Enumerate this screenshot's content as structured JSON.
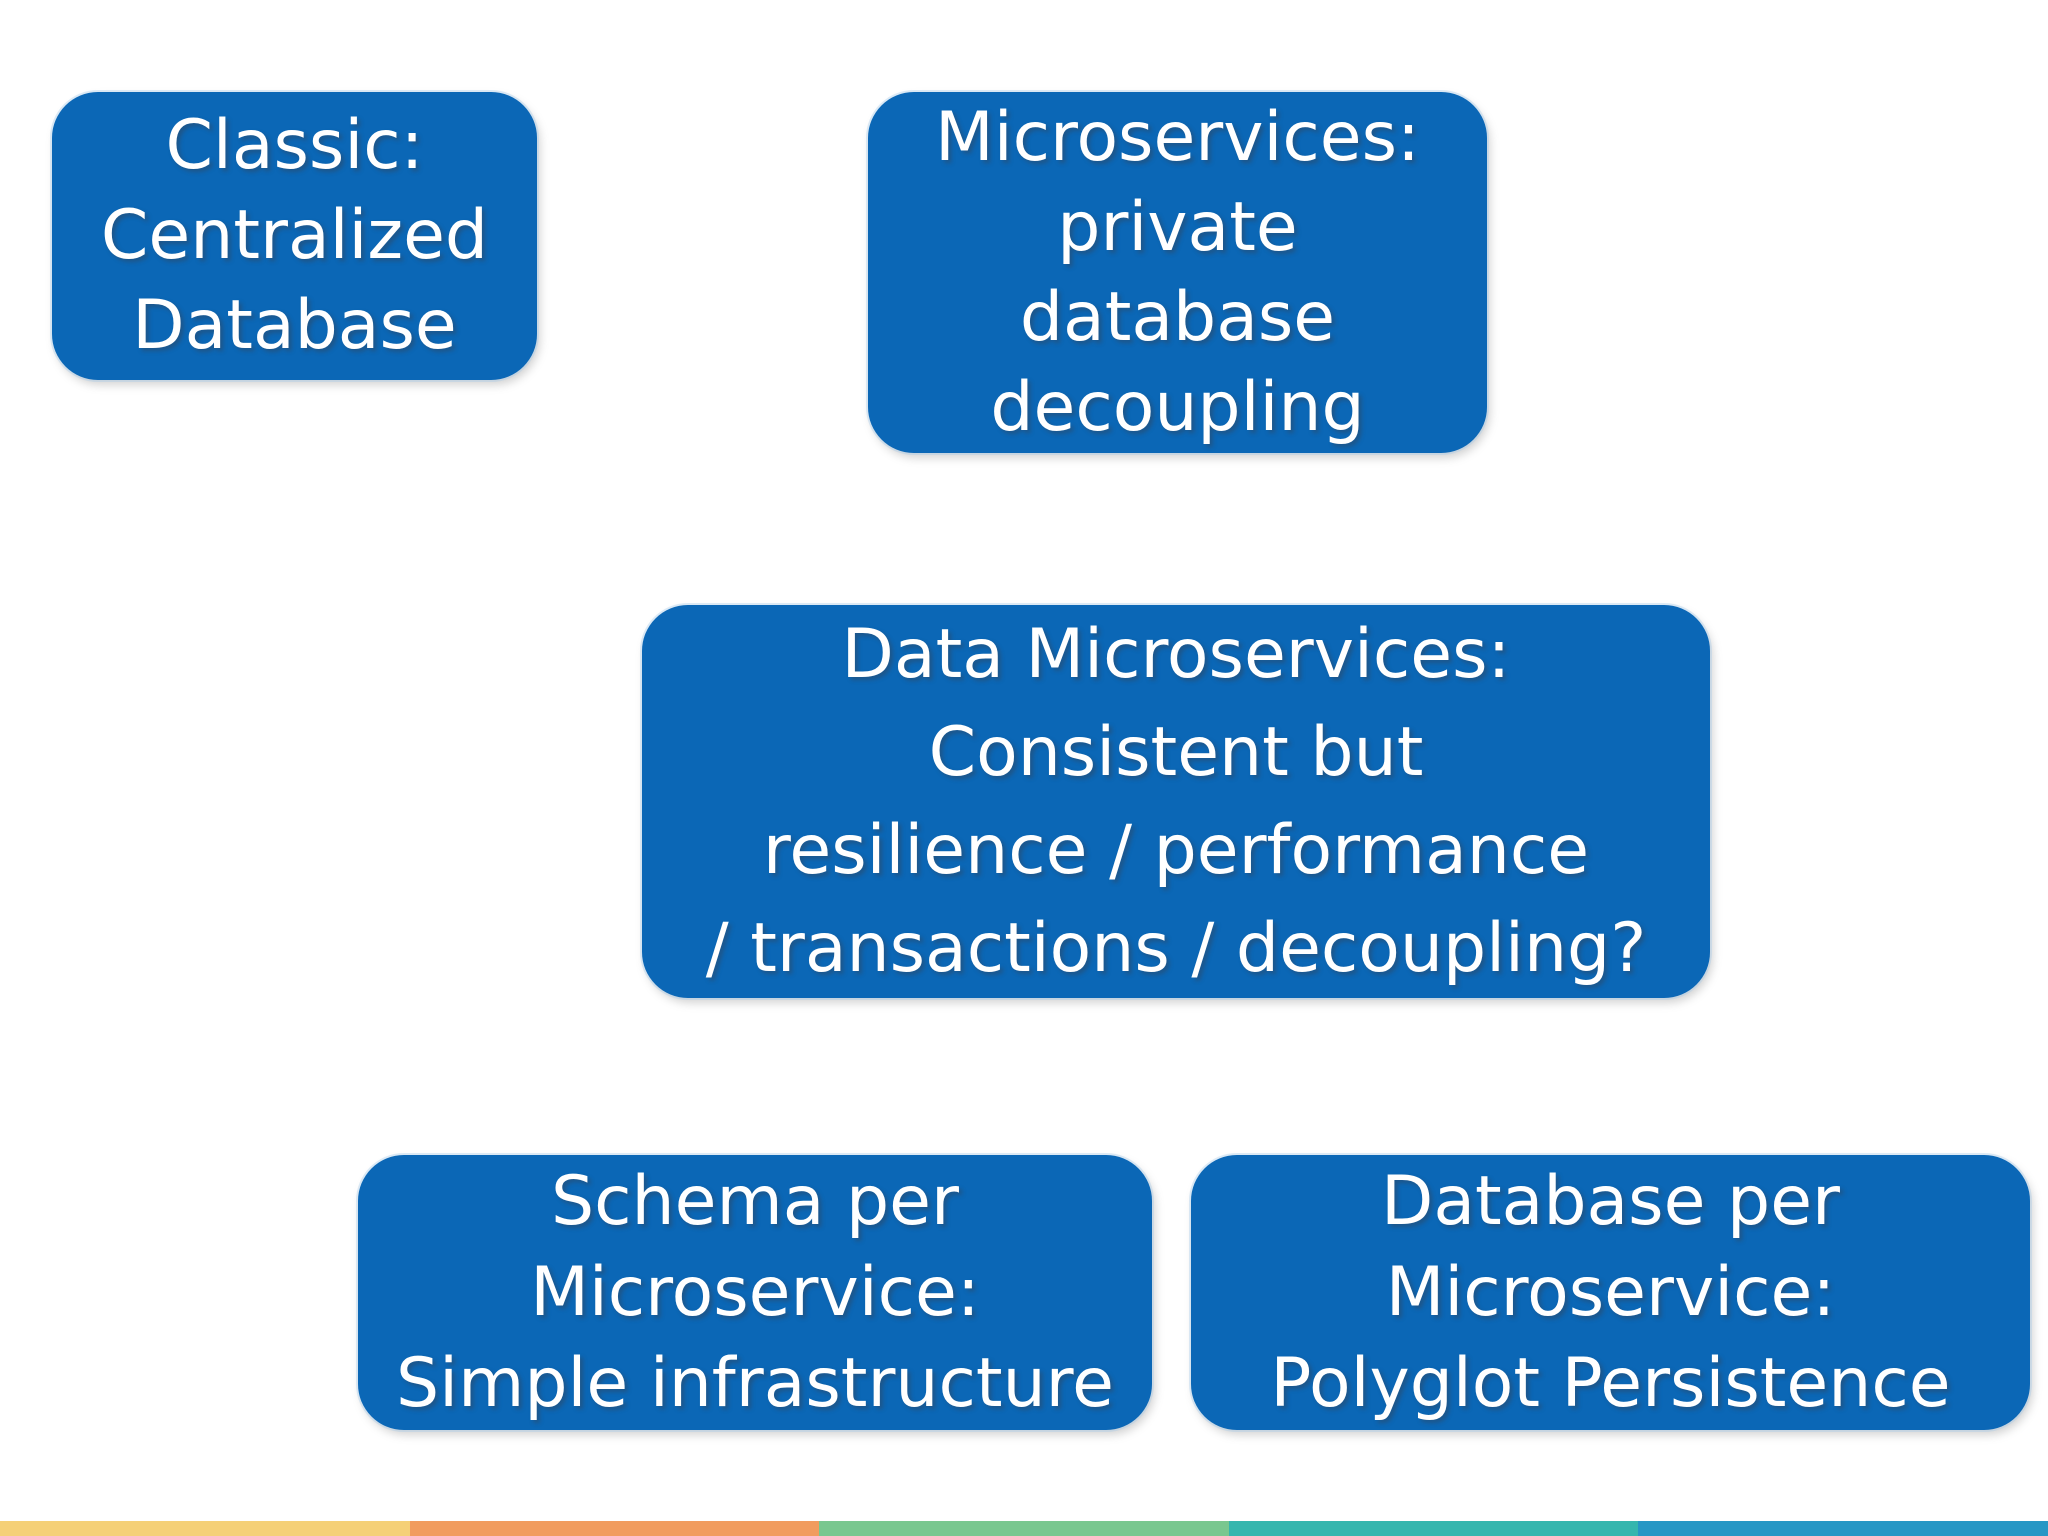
{
  "boxes": [
    {
      "id": "classic-centralized-database",
      "text": "Classic:\nCentralized\nDatabase"
    },
    {
      "id": "microservices-private-database-decoupling",
      "text": "Microservices:\nprivate\ndatabase\ndecoupling"
    },
    {
      "id": "data-microservices-tradeoffs",
      "text": "Data Microservices:\nConsistent but\nresilience / performance\n/ transactions / decoupling?"
    },
    {
      "id": "schema-per-microservice",
      "text": "Schema per\nMicroservice:\nSimple infrastructure"
    },
    {
      "id": "database-per-microservice",
      "text": "Database per\nMicroservice:\nPolyglot Persistence"
    }
  ],
  "colors": {
    "box_fill": "#0b67b6",
    "box_text": "#ffffff",
    "stripe": [
      "#f5d077",
      "#f19c5e",
      "#79c78f",
      "#35b6ae",
      "#2797c5"
    ]
  }
}
